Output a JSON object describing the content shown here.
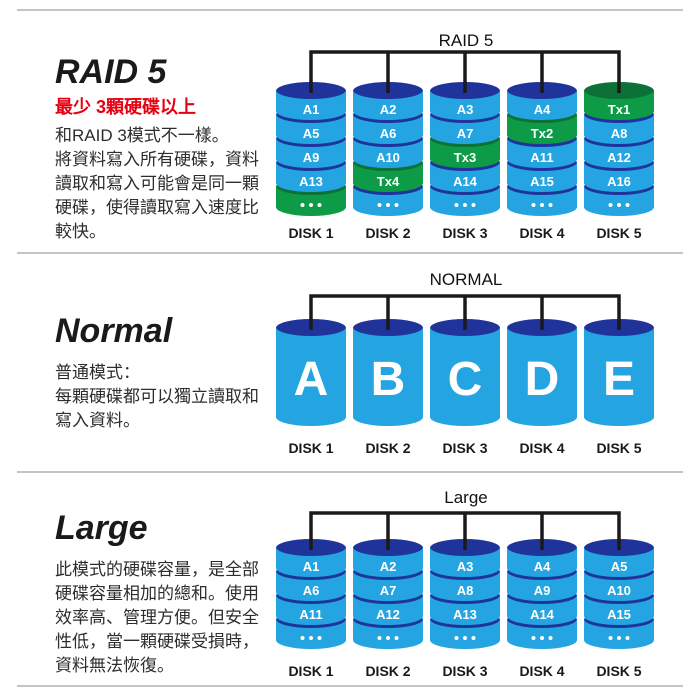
{
  "colors": {
    "blue": "#24A5E1",
    "dark_blue": "#1F339B",
    "green": "#0E9B47",
    "dark_green": "#0C7137",
    "label_text": "#ffffff",
    "bracket_line": "#1a1a1a",
    "divider": "#c4c4c4",
    "subtitle_red": "#E60012",
    "title_black": "#1a1a1a"
  },
  "sections": [
    {
      "id": "raid5",
      "title": "RAID 5",
      "subtitle": "最少 3顆硬碟以上",
      "subtitle_color": "#E60012",
      "description_lines": [
        "和RAID 3模式不一樣。",
        "將資料寫入所有硬碟，資料",
        "讀取和寫入可能會是同一顆",
        "硬碟，使得讀取寫入速度比",
        "較快。"
      ],
      "diagram_label": "RAID 5",
      "disks": [
        {
          "name": "DISK 1",
          "segments": [
            {
              "label": "A1",
              "color": "blue"
            },
            {
              "label": "A5",
              "color": "blue"
            },
            {
              "label": "A9",
              "color": "blue"
            },
            {
              "label": "A13",
              "color": "blue"
            },
            {
              "label": "...",
              "color": "green"
            }
          ]
        },
        {
          "name": "DISK 2",
          "segments": [
            {
              "label": "A2",
              "color": "blue"
            },
            {
              "label": "A6",
              "color": "blue"
            },
            {
              "label": "A10",
              "color": "blue"
            },
            {
              "label": "Tx4",
              "color": "green"
            },
            {
              "label": "...",
              "color": "blue"
            }
          ]
        },
        {
          "name": "DISK 3",
          "segments": [
            {
              "label": "A3",
              "color": "blue"
            },
            {
              "label": "A7",
              "color": "blue"
            },
            {
              "label": "Tx3",
              "color": "green"
            },
            {
              "label": "A14",
              "color": "blue"
            },
            {
              "label": "...",
              "color": "blue"
            }
          ]
        },
        {
          "name": "DISK 4",
          "segments": [
            {
              "label": "A4",
              "color": "blue"
            },
            {
              "label": "Tx2",
              "color": "green"
            },
            {
              "label": "A11",
              "color": "blue"
            },
            {
              "label": "A15",
              "color": "blue"
            },
            {
              "label": "...",
              "color": "blue"
            }
          ]
        },
        {
          "name": "DISK 5",
          "segments": [
            {
              "label": "Tx1",
              "color": "green"
            },
            {
              "label": "A8",
              "color": "blue"
            },
            {
              "label": "A12",
              "color": "blue"
            },
            {
              "label": "A16",
              "color": "blue"
            },
            {
              "label": "...",
              "color": "blue"
            }
          ]
        }
      ]
    },
    {
      "id": "normal",
      "title": "Normal",
      "description_lines": [
        "普通模式：",
        "每顆硬碟都可以獨立讀取和",
        "寫入資料。"
      ],
      "diagram_label": "NORMAL",
      "disks": [
        {
          "name": "DISK 1",
          "letter": "A"
        },
        {
          "name": "DISK 2",
          "letter": "B"
        },
        {
          "name": "DISK 3",
          "letter": "C"
        },
        {
          "name": "DISK 4",
          "letter": "D"
        },
        {
          "name": "DISK 5",
          "letter": "E"
        }
      ]
    },
    {
      "id": "large",
      "title": "Large",
      "description_lines": [
        "此模式的硬碟容量，是全部",
        "硬碟容量相加的總和。使用",
        "效率高、管理方便。但安全",
        "性低，當一顆硬碟受損時，",
        "資料無法恢復。"
      ],
      "diagram_label": "Large",
      "disks": [
        {
          "name": "DISK 1",
          "segments": [
            {
              "label": "A1",
              "color": "blue"
            },
            {
              "label": "A6",
              "color": "blue"
            },
            {
              "label": "A11",
              "color": "blue"
            },
            {
              "label": "...",
              "color": "blue"
            }
          ]
        },
        {
          "name": "DISK 2",
          "segments": [
            {
              "label": "A2",
              "color": "blue"
            },
            {
              "label": "A7",
              "color": "blue"
            },
            {
              "label": "A12",
              "color": "blue"
            },
            {
              "label": "...",
              "color": "blue"
            }
          ]
        },
        {
          "name": "DISK 3",
          "segments": [
            {
              "label": "A3",
              "color": "blue"
            },
            {
              "label": "A8",
              "color": "blue"
            },
            {
              "label": "A13",
              "color": "blue"
            },
            {
              "label": "...",
              "color": "blue"
            }
          ]
        },
        {
          "name": "DISK 4",
          "segments": [
            {
              "label": "A4",
              "color": "blue"
            },
            {
              "label": "A9",
              "color": "blue"
            },
            {
              "label": "A14",
              "color": "blue"
            },
            {
              "label": "...",
              "color": "blue"
            }
          ]
        },
        {
          "name": "DISK 5",
          "segments": [
            {
              "label": "A5",
              "color": "blue"
            },
            {
              "label": "A10",
              "color": "blue"
            },
            {
              "label": "A15",
              "color": "blue"
            },
            {
              "label": "...",
              "color": "blue"
            }
          ]
        }
      ]
    }
  ]
}
